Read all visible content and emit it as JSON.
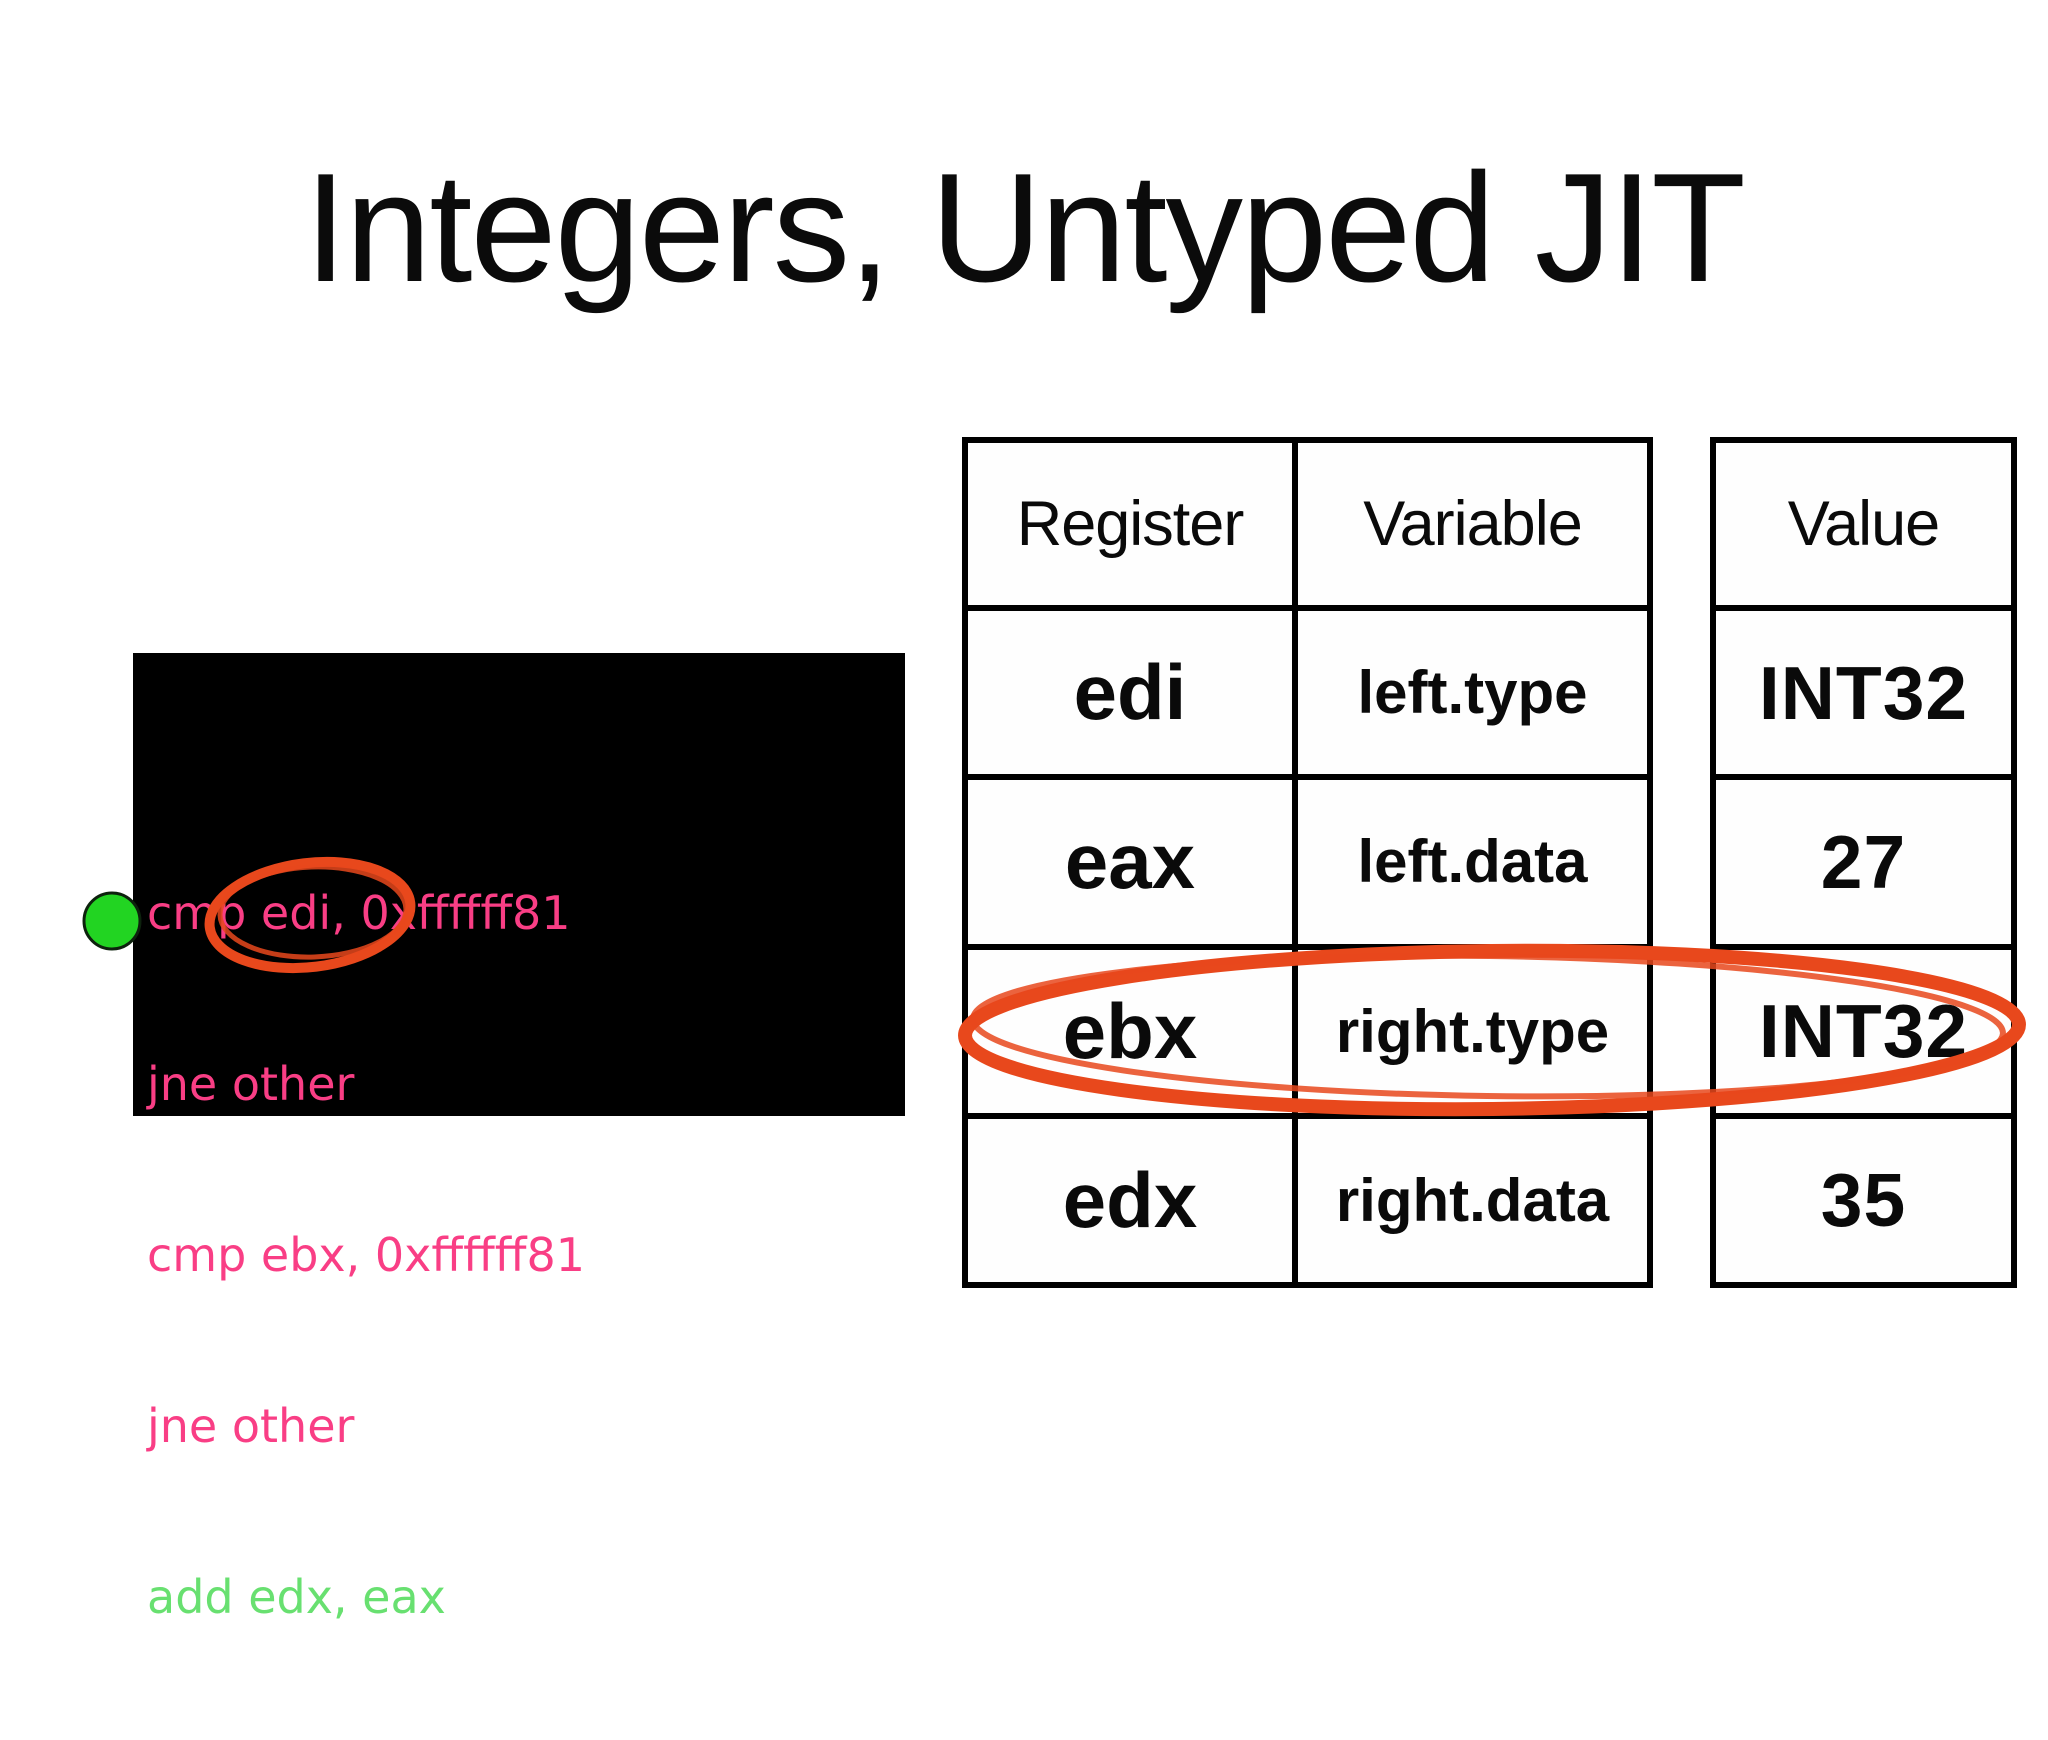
{
  "slide": {
    "title": "Integers, Untyped JIT"
  },
  "code_block": {
    "lines": [
      {
        "text": "cmp edi, 0xffffff81",
        "color": "pink"
      },
      {
        "text": "jne other",
        "color": "pink"
      },
      {
        "text": "cmp ebx, 0xffffff81",
        "color": "pink"
      },
      {
        "text": "jne other",
        "color": "pink"
      },
      {
        "text": "add edx, eax",
        "color": "green"
      }
    ]
  },
  "register_table": {
    "headers": [
      "Register",
      "Variable"
    ],
    "rows": [
      [
        "edi",
        "left.type"
      ],
      [
        "eax",
        "left.data"
      ],
      [
        "ebx",
        "right.type"
      ],
      [
        "edx",
        "right.data"
      ]
    ]
  },
  "value_table": {
    "header": "Value",
    "rows": [
      "INT32",
      "27",
      "INT32",
      "35"
    ]
  },
  "annotations": {
    "small_ellipse_target": "cmp ebx, 0xffffff81",
    "big_ellipse_target": "ebx right.type INT32",
    "dot_marker": "current-instruction-dot"
  },
  "colors": {
    "pink": "#f93e85",
    "green": "#68e070",
    "marker": "#e8481c",
    "dot_fill": "#22d422",
    "dot_stroke": "#0d220d",
    "code_background": "#000000",
    "table_border": "#000000"
  }
}
